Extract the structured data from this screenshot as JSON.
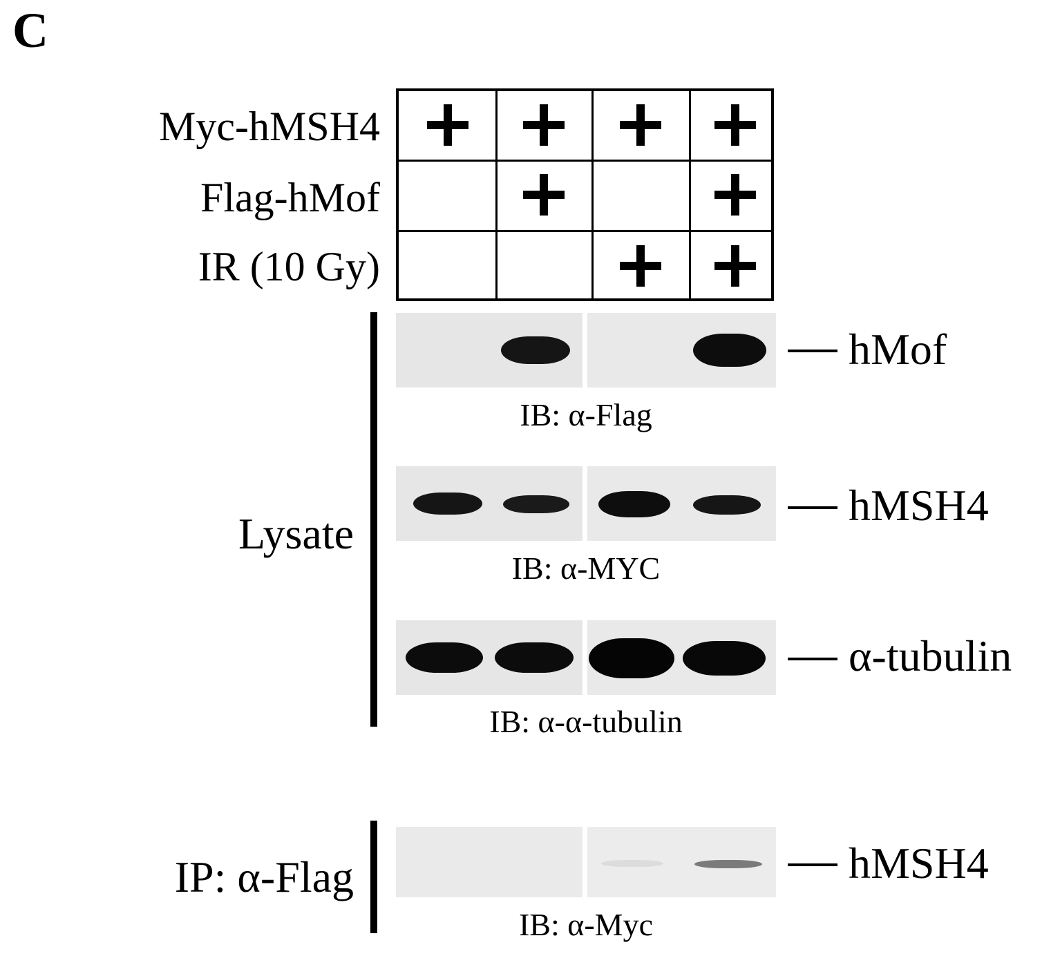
{
  "panel_letter": "C",
  "conditions": [
    {
      "label": "Myc-hMSH4",
      "lanes": [
        "+",
        "+",
        "+",
        "+"
      ]
    },
    {
      "label": "Flag-hMof",
      "lanes": [
        "",
        "+",
        "",
        "+"
      ]
    },
    {
      "label": "IR (10 Gy)",
      "lanes": [
        "",
        "",
        "+",
        "+"
      ]
    }
  ],
  "groups": {
    "lysate": "Lysate",
    "ip": "IP: α-Flag"
  },
  "blots": [
    {
      "protein": "hMof",
      "antibody": "IB: α-Flag"
    },
    {
      "protein": "hMSH4",
      "antibody": "IB: α-MYC"
    },
    {
      "protein": "α-tubulin",
      "antibody": "IB: α-α-tubulin"
    },
    {
      "protein": "hMSH4",
      "antibody": "IB: α-Myc"
    }
  ]
}
